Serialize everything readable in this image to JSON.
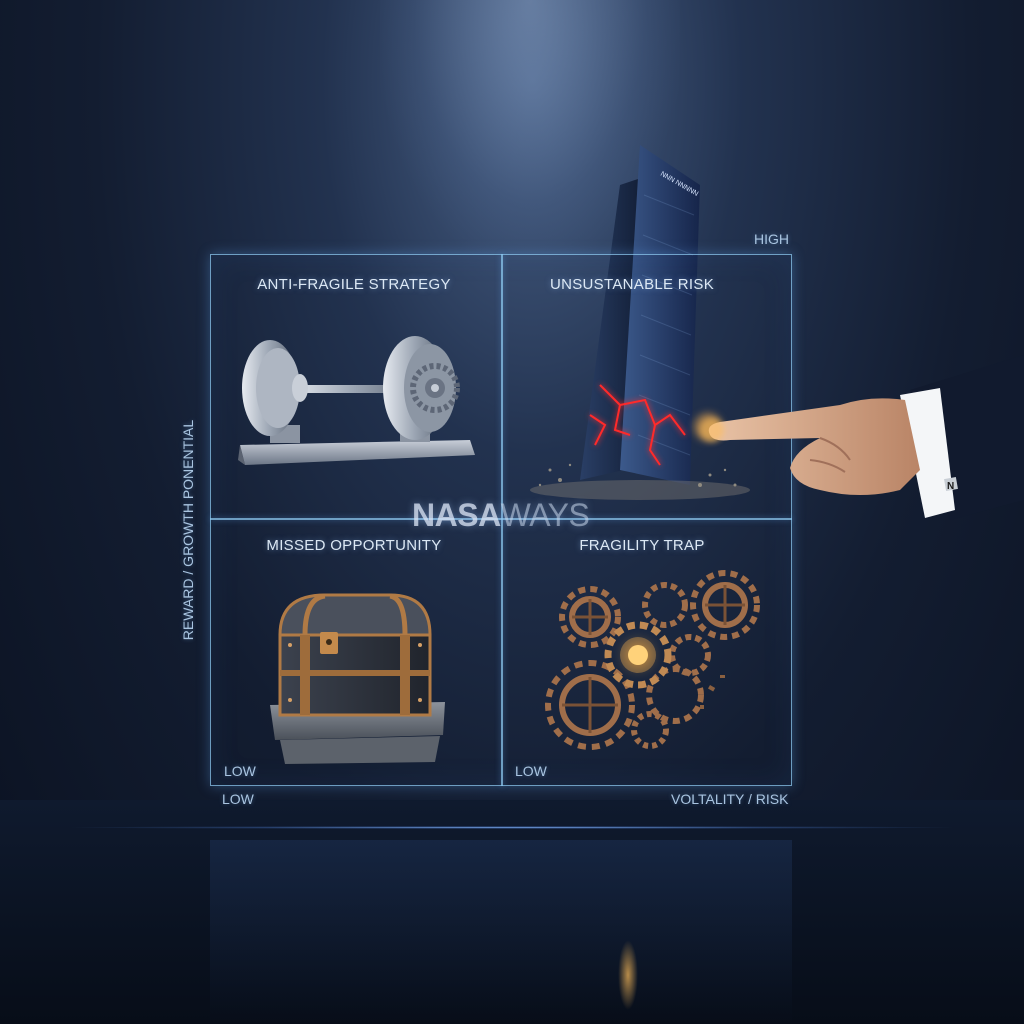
{
  "quadrants": {
    "top_left": {
      "title": "ANTI-FRAGILE STRATEGY"
    },
    "top_right": {
      "title": "UNSUSTANABLE RISK"
    },
    "bottom_left": {
      "title": "MISSED OPPORTUNITY",
      "corner_label": "LOW"
    },
    "bottom_right": {
      "title": "FRAGILITY TRAP",
      "corner_label": "LOW"
    }
  },
  "axes": {
    "y_label": "REWARD / GROWTH PONENTIAL",
    "y_high": "HIGH",
    "x_low": "LOW",
    "x_label": "VOLTALITY / RISK"
  },
  "brand": {
    "part1": "NASA",
    "part2": "WAYS"
  },
  "building_sign": "NNN NNNNN",
  "cufflink": "N",
  "icons": [
    "dumbbell-icon",
    "skyscraper-icon",
    "treasure-chest-icon",
    "gears-icon",
    "pointing-hand-icon"
  ],
  "colors": {
    "grid_line": "#8cc8f0",
    "accent_red": "#ff2a2a",
    "glow": "#ffb050"
  }
}
